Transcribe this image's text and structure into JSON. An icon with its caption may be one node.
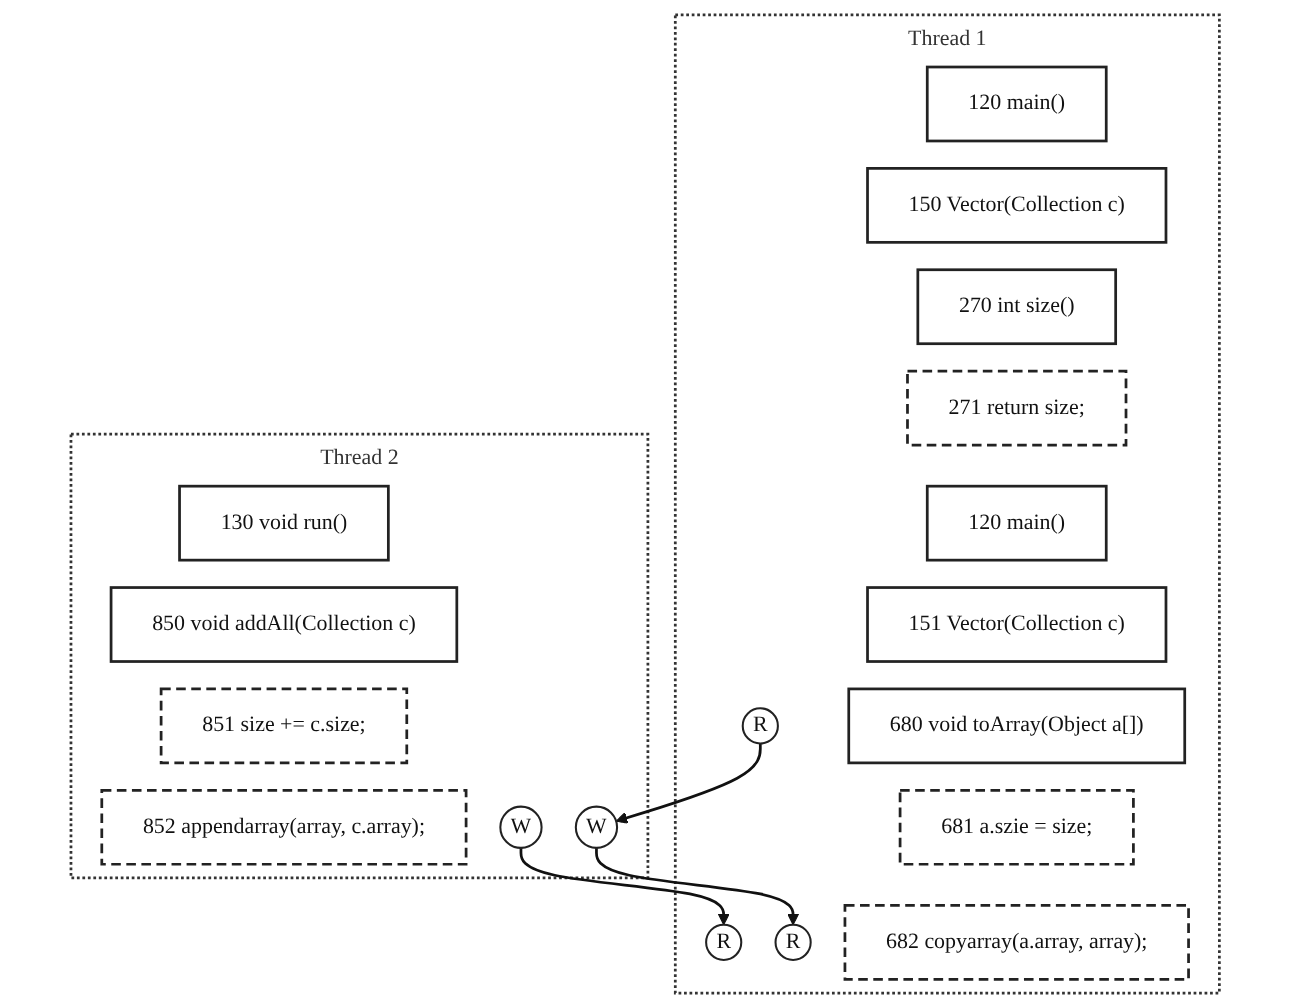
{
  "diagram": {
    "nodes": [
      {
        "text": [
          "Thread 1"
        ]
      },
      {
        "text": [
          "Thread 2"
        ]
      },
      {
        "text": [
          "120 main()"
        ],
        "in": 0
      },
      {
        "text": [
          "150 Vector(Collection c)"
        ],
        "in": 0
      },
      {
        "text": [
          "270 int size()"
        ],
        "in": 0
      },
      {
        "text": [
          "271 return size;"
        ],
        "in": 0
      },
      {
        "text": [
          "R"
        ],
        "in": 0
      },
      {
        "text": [
          "130 void run()"
        ],
        "in": 1
      },
      {
        "text": [
          "850 void addAll(Collection c)"
        ],
        "in": 1
      },
      {
        "text": [
          "W"
        ],
        "in": 1
      },
      {
        "text": [
          "851 size += c.size;"
        ],
        "in": 1
      },
      {
        "text": [
          "W"
        ],
        "in": 1
      },
      {
        "text": [
          "852 appendarray(array, c.array);"
        ],
        "in": 1
      },
      {
        "text": [
          "120 main()"
        ],
        "in": 0
      },
      {
        "text": [
          "151 Vector(Collection c)"
        ],
        "in": 0
      },
      {
        "text": [
          "680 void toArray(Object a[])"
        ],
        "in": 0
      },
      {
        "text": [
          "681 a.szie = size;"
        ],
        "in": 0
      },
      {
        "text": [
          "R"
        ],
        "in": 0
      },
      {
        "text": [
          "682 copyarray(a.array, array);"
        ],
        "in": 0
      },
      {
        "text": [
          "R"
        ],
        "in": 0
      }
    ],
    "edges": [
      {
        "from": 6,
        "to": 9,
        "arrow": "to"
      },
      {
        "from": 9,
        "to": 17,
        "arrow": "to"
      },
      {
        "from": 11,
        "to": 19,
        "arrow": "to"
      }
    ]
  }
}
